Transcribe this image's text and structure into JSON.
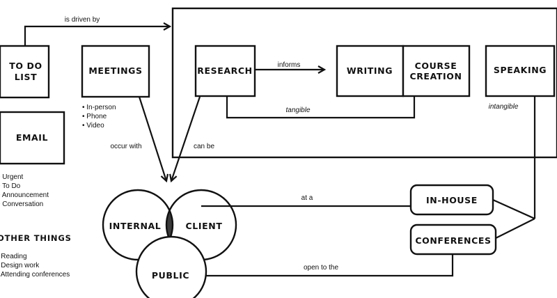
{
  "nodes": {
    "todo_line1": "TO DO",
    "todo_line2": "LIST",
    "meetings": "MEETINGS",
    "email": "EMAIL",
    "research": "RESEARCH",
    "writing": "WRITING",
    "course_line1": "COURSE",
    "course_line2": "CREATION",
    "speaking": "SPEAKING",
    "internal": "INTERNAL",
    "client": "CLIENT",
    "public": "PUBLIC",
    "in_house": "IN-HOUSE",
    "conferences": "CONFERENCES"
  },
  "edges": {
    "driven_by": "is driven by",
    "informs": "informs",
    "tangible": "tangible",
    "intangible": "intangible",
    "occur_with": "occur with",
    "can_be": "can be",
    "at_a": "at a",
    "open_to": "open to the"
  },
  "meeting_types": [
    "• In-person",
    "• Phone",
    "• Video"
  ],
  "email_types": [
    "• Urgent",
    "• To Do",
    "• Announcement",
    "• Conversation"
  ],
  "other_things": {
    "title": "OTHER THINGS",
    "items": [
      "• Reading",
      "• Design work",
      "• Attending conferences"
    ]
  }
}
